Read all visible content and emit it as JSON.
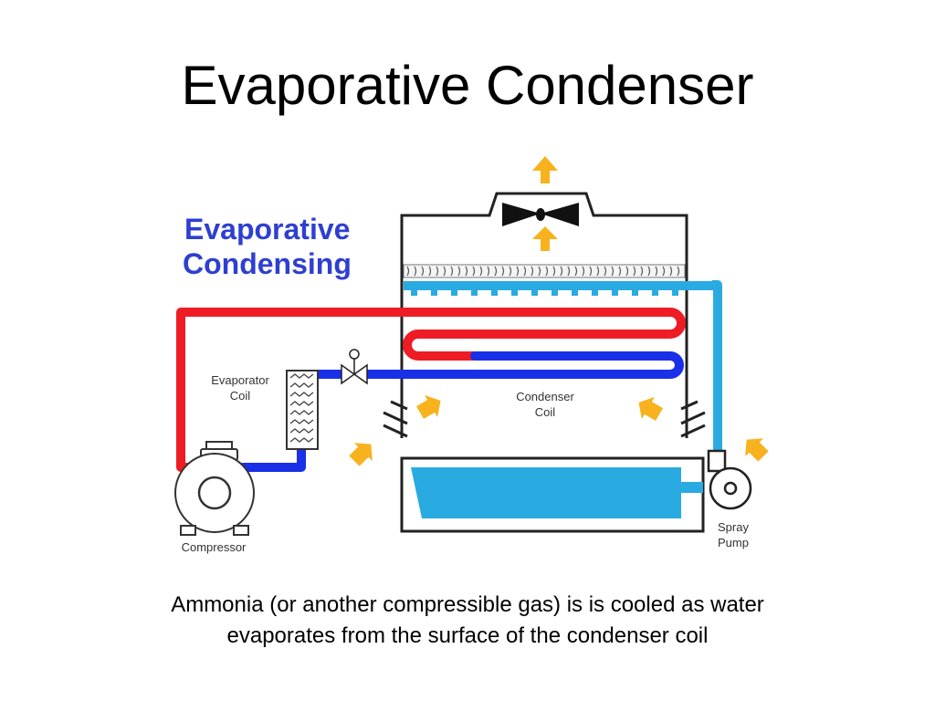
{
  "slide": {
    "title": "Evaporative Condenser",
    "caption_line1": "Ammonia (or another compressible gas) is is cooled as water",
    "caption_line2": "evaporates from the surface of the condenser coil"
  },
  "diagram": {
    "heading_line1": "Evaporative",
    "heading_line2": "Condensing",
    "labels": {
      "evaporator_line1": "Evaporator",
      "evaporator_line2": "Coil",
      "condenser_line1": "Condenser",
      "condenser_line2": "Coil",
      "pump_line1": "Spray",
      "pump_line2": "Pump",
      "compressor": "Compressor"
    },
    "colors": {
      "hot_gas_pipe": "#ee1c25",
      "liquid_pipe": "#1a2fe8",
      "water": "#29abe2",
      "air_arrow": "#f7b21e",
      "heading": "#2e3fd1",
      "outline": "#222222"
    }
  }
}
